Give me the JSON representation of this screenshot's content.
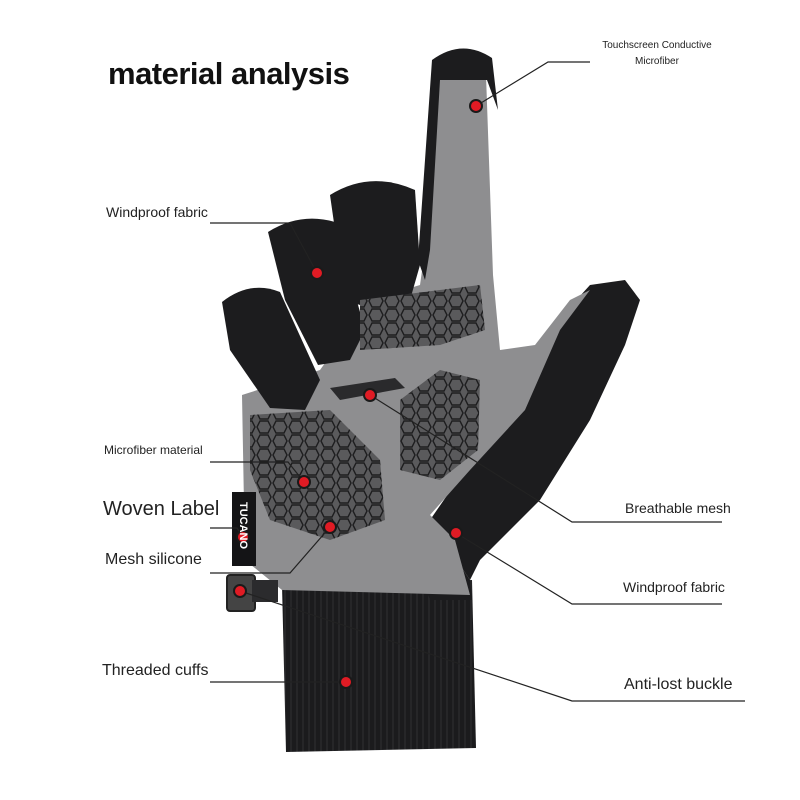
{
  "title": "material analysis",
  "labels": {
    "touchscreen_line1": "Touchscreen Conductive",
    "touchscreen_line2": "Microfiber",
    "windproof_top": "Windproof fabric",
    "microfiber": "Microfiber material",
    "woven_label": "Woven Label",
    "mesh_silicone": "Mesh silicone",
    "threaded_cuffs": "Threaded cuffs",
    "breathable_mesh": "Breathable mesh",
    "windproof_right": "Windproof fabric",
    "anti_lost": "Anti-lost buckle"
  },
  "brand_tag": "TUCANO",
  "colors": {
    "marker": "#e01b24",
    "glove_black": "#1c1c1e",
    "palm_gray": "#8e8e90",
    "silicone": "#4a4a4c"
  }
}
